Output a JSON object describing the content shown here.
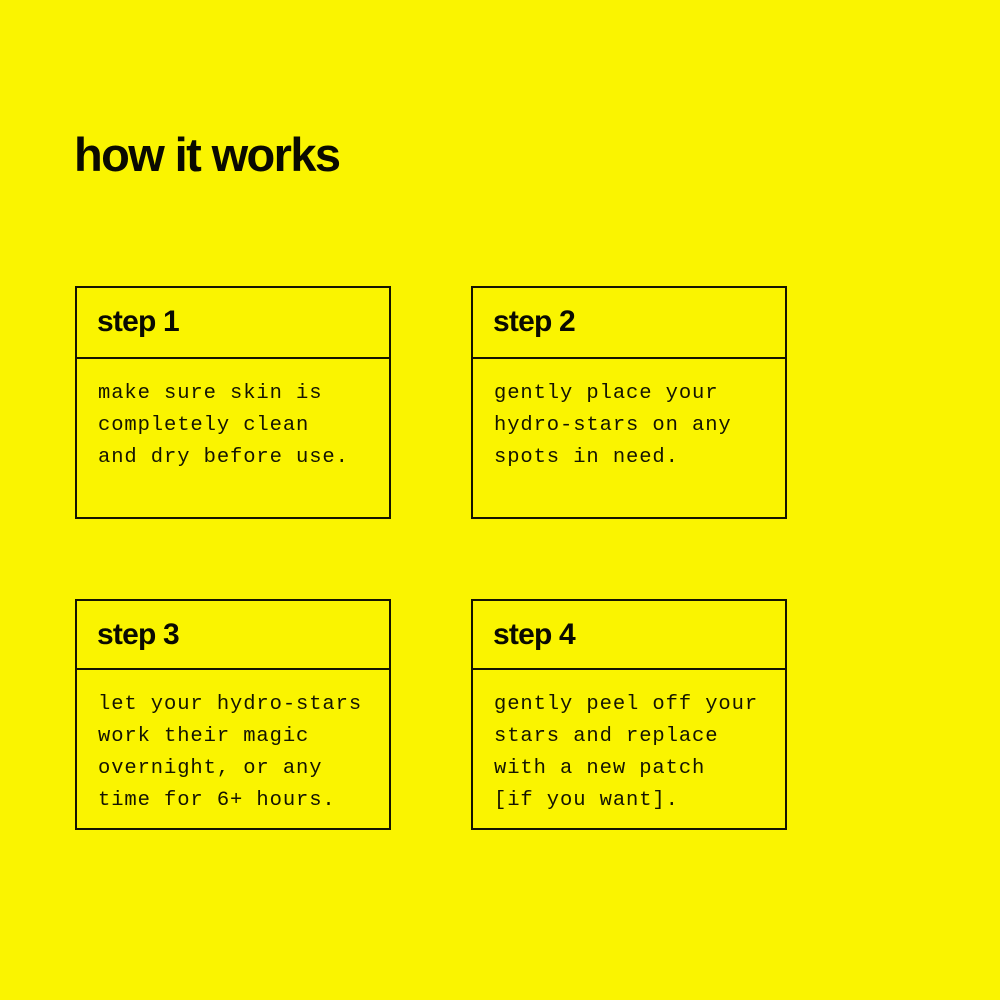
{
  "colors": {
    "background": "#faf400",
    "ink": "#141400"
  },
  "header": {
    "title": "how it works"
  },
  "steps": [
    {
      "id": "step-1",
      "title": "step 1",
      "lines": [
        "make sure skin is",
        "completely clean",
        "and dry before use."
      ]
    },
    {
      "id": "step-2",
      "title": "step 2",
      "lines": [
        "gently place your",
        "hydro-stars on any",
        "spots in need."
      ]
    },
    {
      "id": "step-3",
      "title": "step 3",
      "lines": [
        "let your hydro-stars",
        "work their magic",
        "overnight, or any",
        "time for 6+ hours."
      ]
    },
    {
      "id": "step-4",
      "title": "step 4",
      "lines": [
        "gently peel off your",
        "stars and replace",
        "with a new patch",
        "[if you want]."
      ]
    }
  ]
}
